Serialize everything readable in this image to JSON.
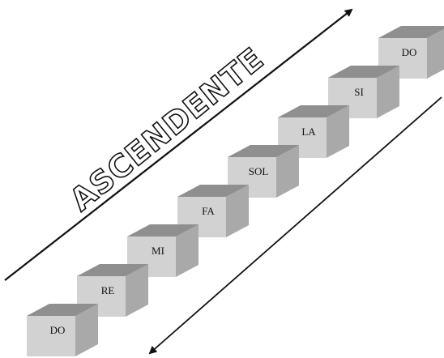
{
  "diagram": {
    "title_word": "ASCENDENTE",
    "notes": [
      "DO",
      "RE",
      "MI",
      "FA",
      "SOL",
      "LA",
      "SI",
      "DO"
    ],
    "ascending_arrow": "arrow-up-right",
    "descending_arrow": "arrow-down-left"
  }
}
